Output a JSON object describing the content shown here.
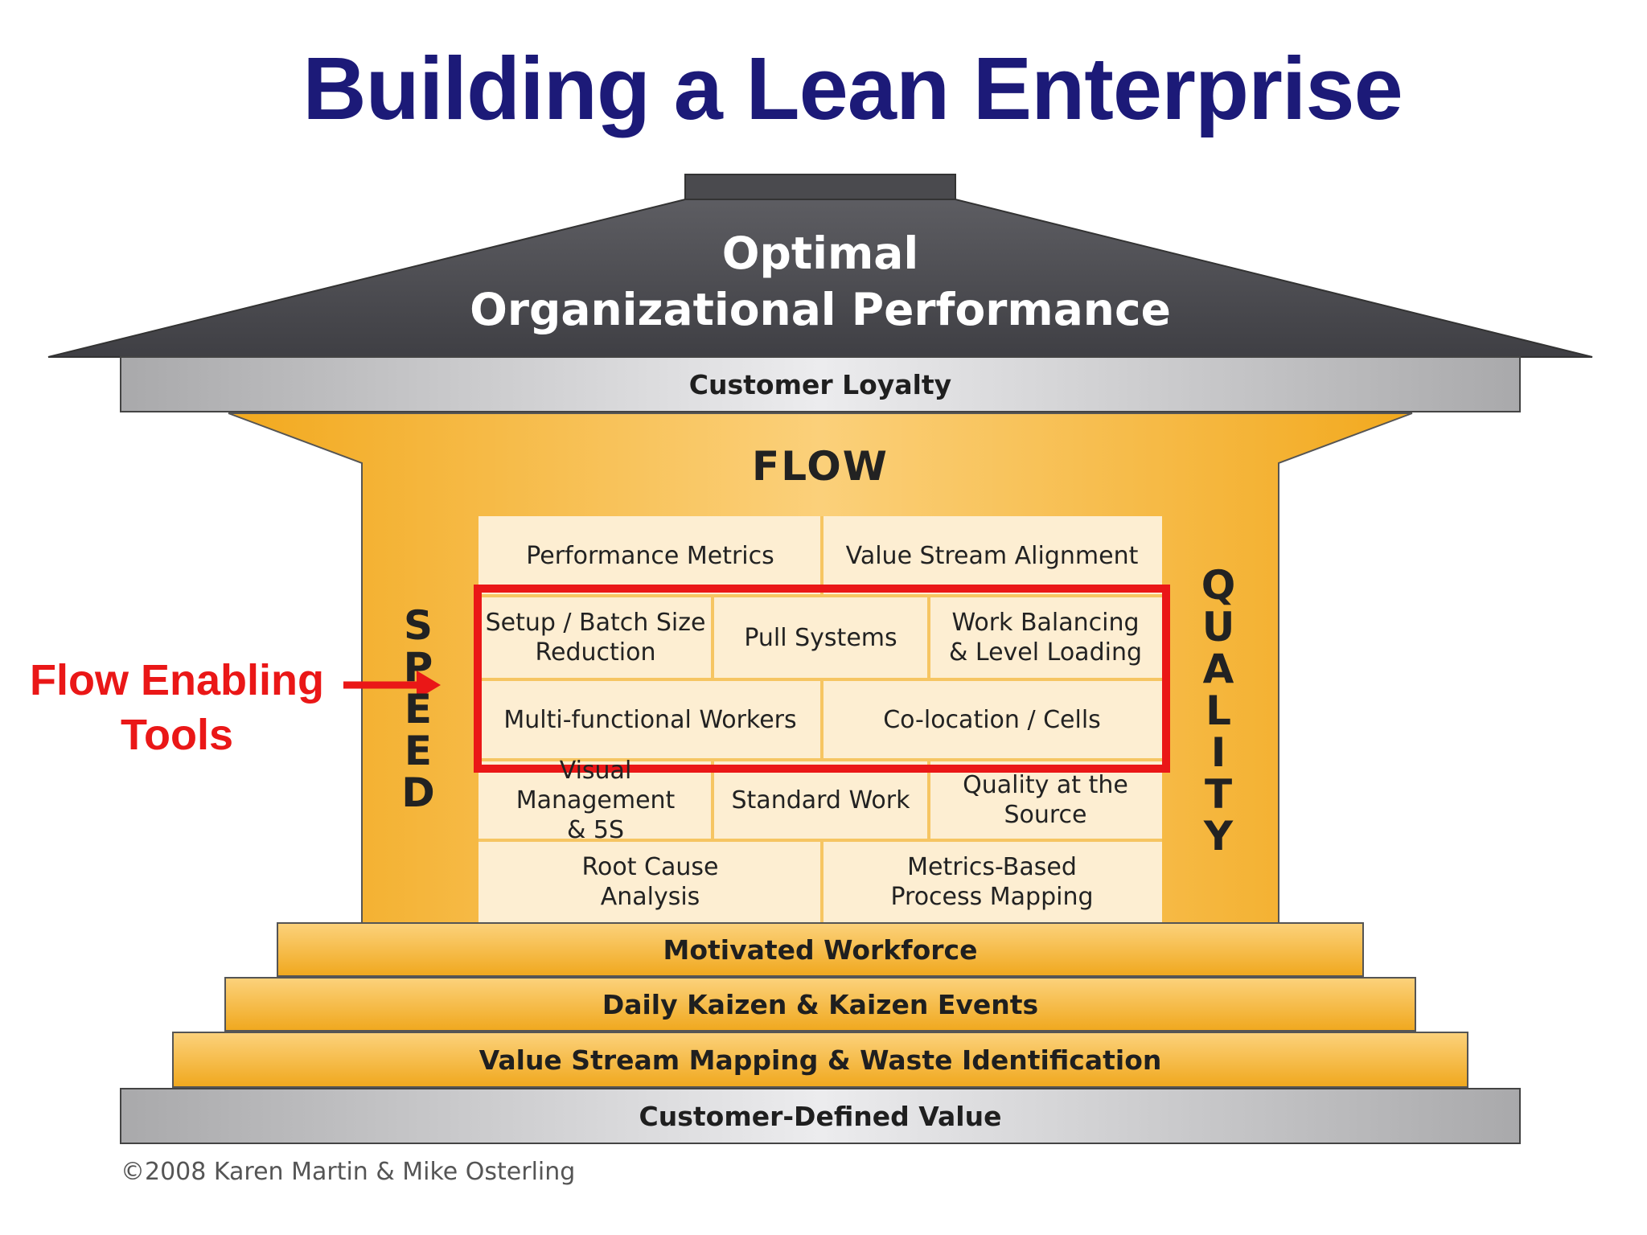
{
  "title": "Building a Lean Enterprise",
  "roof": {
    "line1": "Optimal",
    "line2": "Organizational Performance"
  },
  "beam": "Customer Loyalty",
  "flow_label": "FLOW",
  "speed_letters": [
    "S",
    "P",
    "E",
    "E",
    "D"
  ],
  "quality_letters": [
    "Q",
    "U",
    "A",
    "L",
    "I",
    "T",
    "Y"
  ],
  "tools": {
    "row1": [
      "Performance Metrics",
      "Value Stream Alignment"
    ],
    "row2": [
      "Setup / Batch Size\nReduction",
      "Pull Systems",
      "Work Balancing\n& Level Loading"
    ],
    "row3": [
      "Multi-functional Workers",
      "Co-location / Cells"
    ],
    "row4": [
      "Visual Management\n& 5S",
      "Standard Work",
      "Quality at the\nSource"
    ],
    "row5": [
      "Root Cause\nAnalysis",
      "Metrics-Based\nProcess Mapping"
    ]
  },
  "steps": [
    "Motivated Workforce",
    "Daily Kaizen & Kaizen Events",
    "Value Stream Mapping & Waste Identification",
    "Customer-Defined Value"
  ],
  "callout": {
    "line1": "Flow Enabling",
    "line2": "Tools"
  },
  "copyright": "©2008 Karen Martin & Mike Osterling",
  "colors": {
    "title": "#1c1a78",
    "roof": "#4b4b50",
    "gold": "#f7b733",
    "cell": "#fdeed2",
    "highlight": "#ea1717"
  }
}
